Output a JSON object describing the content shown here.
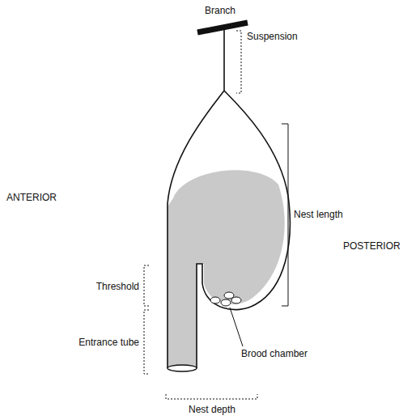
{
  "diagram": {
    "labels": [
      "Branch",
      "Suspension",
      "Nest length",
      "ANTERIOR",
      "POSTERIOR",
      "Threshold",
      "Entrance tube",
      "Brood chamber",
      "Nest depth"
    ]
  }
}
